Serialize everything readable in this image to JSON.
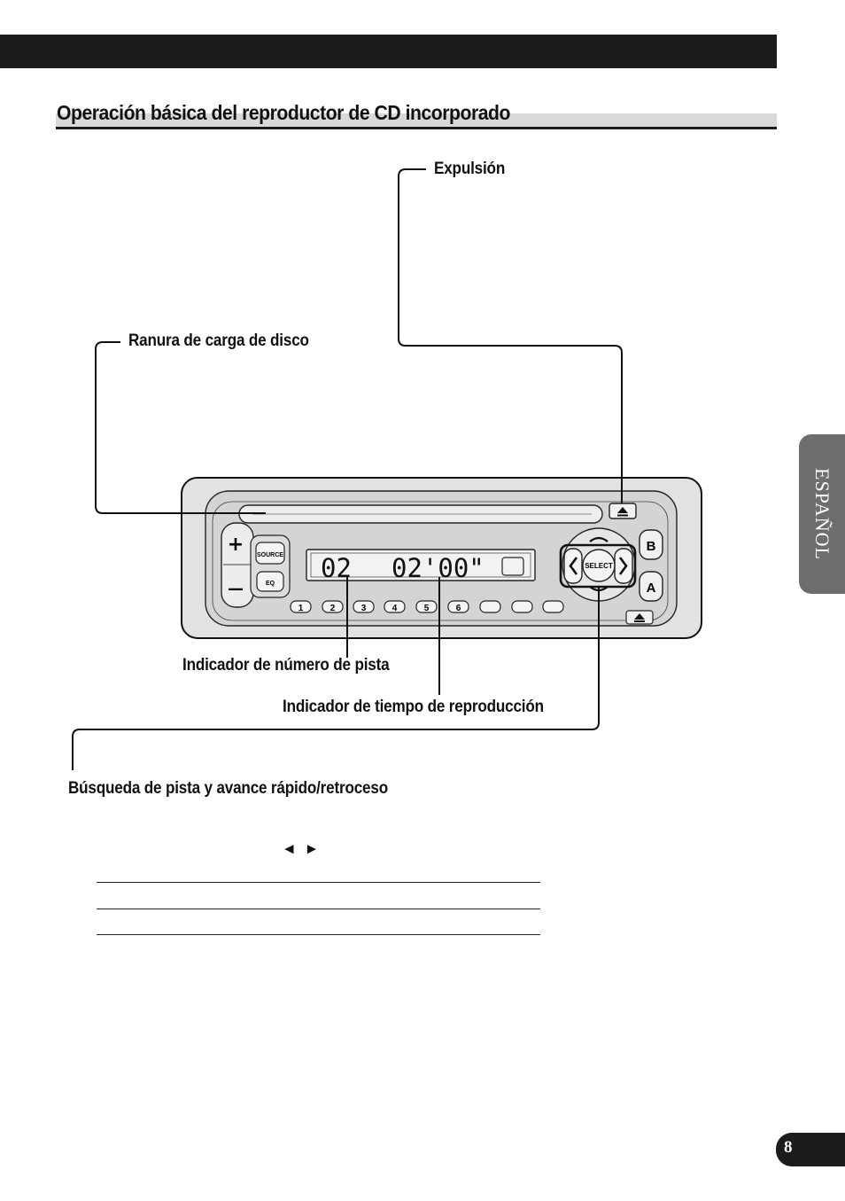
{
  "heading": {
    "title": "Operación básica del reproductor de CD incorporado"
  },
  "callouts": {
    "eject": "Expulsión",
    "disc_slot": "Ranura de carga de disco",
    "track_number_indicator": "Indicador de número de pista",
    "play_time_indicator": "Indicador de tiempo de reproducción",
    "track_search": "Búsqueda de pista y avance rápido/retroceso"
  },
  "device": {
    "source_button": "SOURCE",
    "eq_button": "EQ",
    "select_button": "SELECT",
    "band_b": "B",
    "band_a": "A",
    "plus": "+",
    "minus": "—",
    "display_track": "02",
    "display_time": "02'00\"",
    "preset_buttons": [
      "1",
      "2",
      "3",
      "4",
      "5",
      "6"
    ]
  },
  "body": {
    "arrows": "◄ ►"
  },
  "side_tab": {
    "language": "ESPAÑOL"
  },
  "footer": {
    "page_number": "8"
  }
}
